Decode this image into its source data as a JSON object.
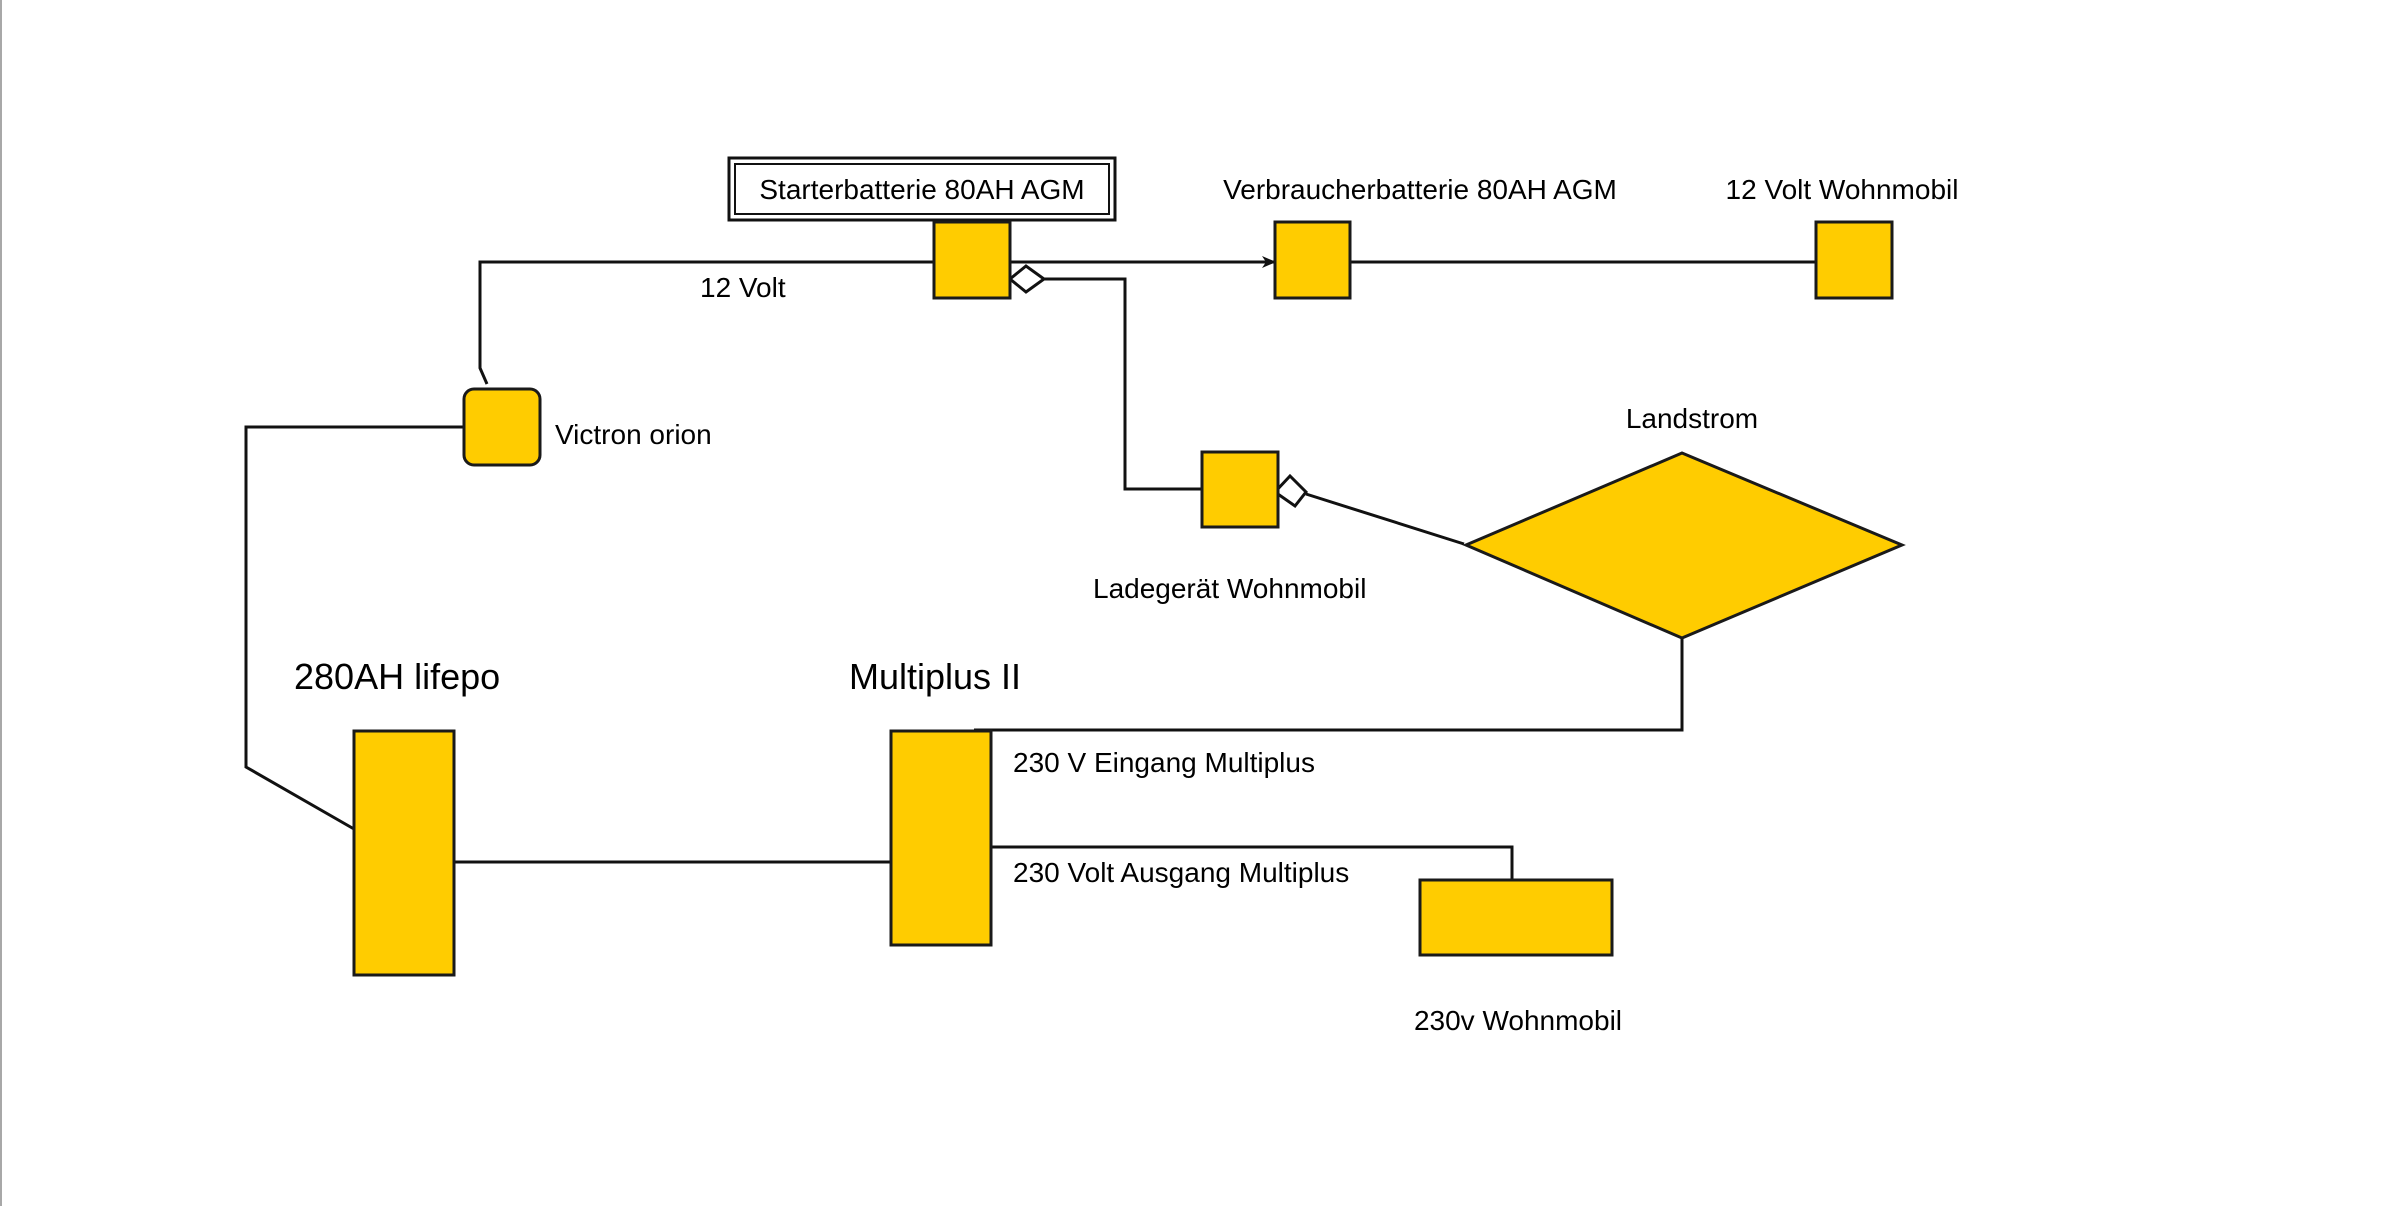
{
  "diagram": {
    "title_box": "Starterbatterie 80AH AGM",
    "colors": {
      "node_fill": "#FFCC00",
      "stroke": "#111111",
      "background": "#FFFFFF"
    },
    "nodes": {
      "starterbatterie": {
        "label": "Starterbatterie 80AH AGM"
      },
      "verbraucherbatterie": {
        "label": "Verbraucherbatterie 80AH AGM"
      },
      "wohnmobil_12v": {
        "label": "12 Volt Wohnmobil"
      },
      "victron_orion": {
        "label": "Victron orion"
      },
      "ladegeraet": {
        "label": "Ladegerät Wohnmobil"
      },
      "landstrom": {
        "label": "Landstrom"
      },
      "lifepo": {
        "label": "280AH lifepo"
      },
      "multiplus": {
        "label": "Multiplus II"
      },
      "wohnmobil_230v": {
        "label": "230v Wohnmobil"
      }
    },
    "edges": {
      "twelve_volt": {
        "label": "12 Volt"
      },
      "eingang": {
        "label": "230 V Eingang Multiplus"
      },
      "ausgang": {
        "label": "230 Volt Ausgang Multiplus"
      }
    }
  }
}
